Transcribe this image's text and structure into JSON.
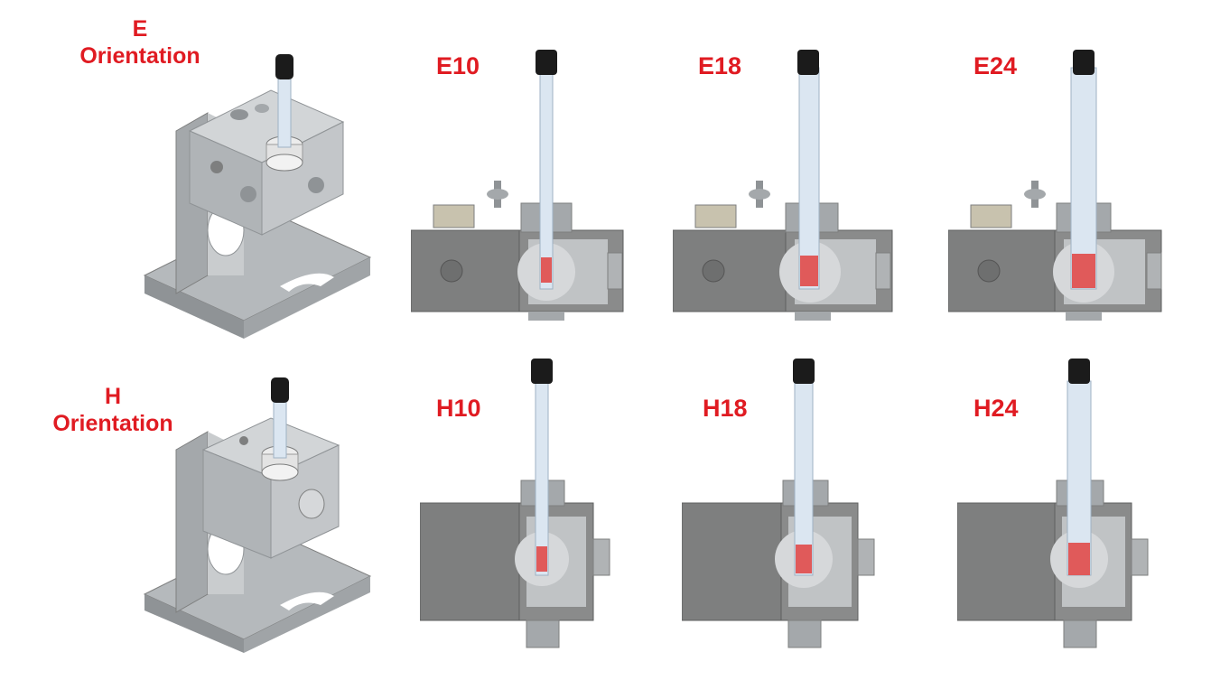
{
  "colors": {
    "label": "#e01b22",
    "metal_light": "#c9ccce",
    "metal_mid": "#a4a8ab",
    "metal_dark": "#7e7f7f",
    "sample": "#e05a5a",
    "cap": "#1b1b1b",
    "tube": "#dbe6f1"
  },
  "rows": [
    {
      "orientation_letter": "E",
      "orientation_word": "Orientation",
      "variants": [
        {
          "label": "E10",
          "sample_size": 10
        },
        {
          "label": "E18",
          "sample_size": 18
        },
        {
          "label": "E24",
          "sample_size": 24
        }
      ]
    },
    {
      "orientation_letter": "H",
      "orientation_word": "Orientation",
      "variants": [
        {
          "label": "H10",
          "sample_size": 10
        },
        {
          "label": "H18",
          "sample_size": 18
        },
        {
          "label": "H24",
          "sample_size": 24
        }
      ]
    }
  ]
}
